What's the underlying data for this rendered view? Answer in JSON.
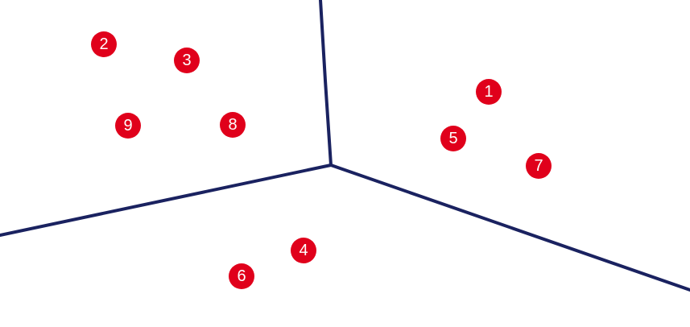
{
  "colors": {
    "background": "#ffffff",
    "boundary_line": "#1a2260",
    "marker_fill": "#e0001b",
    "marker_text": "#ffffff"
  },
  "markers": [
    {
      "label": "1"
    },
    {
      "label": "2"
    },
    {
      "label": "3"
    },
    {
      "label": "4"
    },
    {
      "label": "5"
    },
    {
      "label": "6"
    },
    {
      "label": "7"
    },
    {
      "label": "8"
    },
    {
      "label": "9"
    }
  ]
}
